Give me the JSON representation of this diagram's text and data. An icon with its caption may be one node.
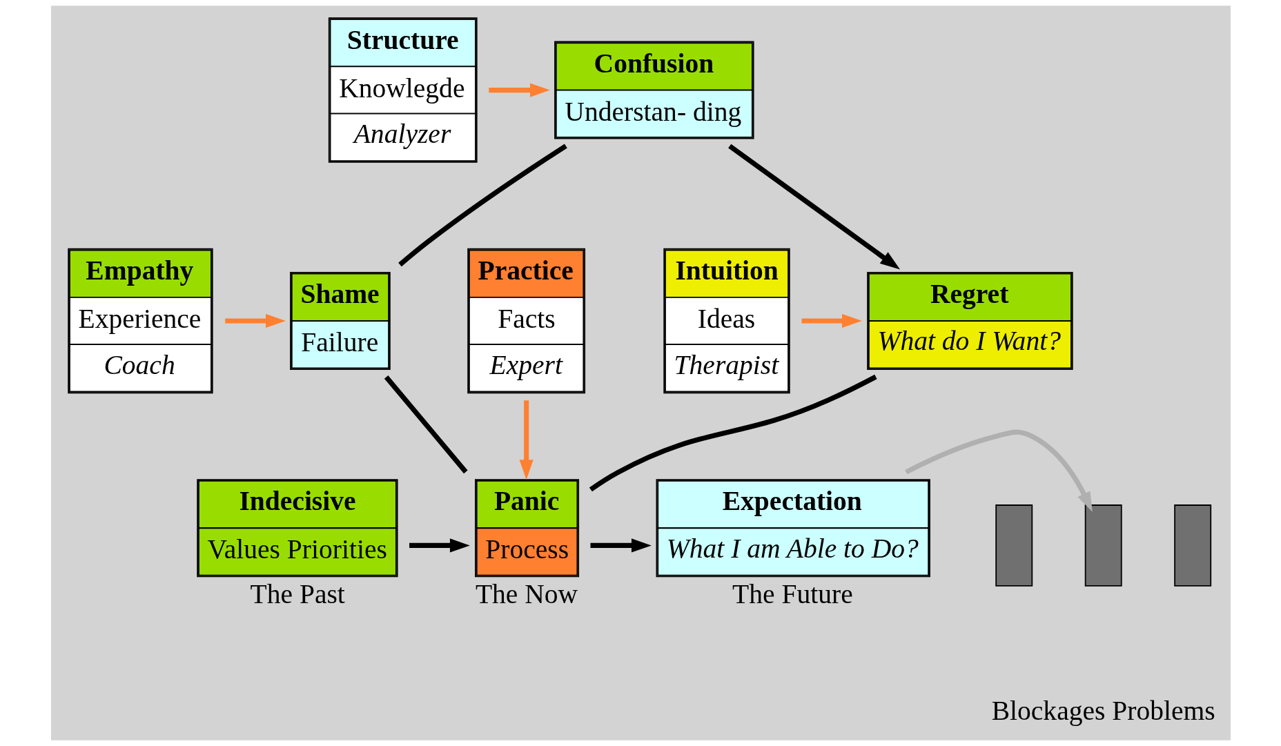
{
  "diagram": {
    "nodes": [
      {
        "text": [
          "Confusion",
          "Understan- ding"
        ]
      },
      {
        "text": [
          "Structure",
          "Knowlegde",
          "Analyzer"
        ]
      },
      {
        "text": [
          "Intuition",
          "Ideas",
          "Therapist"
        ]
      },
      {
        "text": [
          "Regret",
          "What do I Want?"
        ]
      },
      {
        "text": [
          "Shame",
          "Failure"
        ]
      },
      {
        "text": [
          "Empathy",
          "Experience",
          "Coach"
        ]
      },
      {
        "text": [
          "Indecisive",
          "Values Priorities"
        ],
        "beside": [
          "The Past"
        ]
      },
      {
        "text": [
          "Panic",
          "Process"
        ],
        "beside": [
          "The Now"
        ]
      },
      {
        "text": [
          "Expectation",
          "What I am Able to Do?"
        ],
        "beside": [
          "The Future"
        ]
      },
      {
        "text": [
          "Practice",
          "Facts",
          "Expert"
        ]
      },
      {
        "text": [],
        "shape": "bar"
      },
      {
        "text": [],
        "shape": "bar"
      },
      {
        "text": [],
        "shape": "bar"
      }
    ],
    "edges": [
      {
        "from": 1,
        "to": 0,
        "arrow": "to",
        "color": "#ff8030"
      },
      {
        "from": 2,
        "to": 3,
        "arrow": "to",
        "color": "#ff8030"
      },
      {
        "from": 5,
        "to": 4,
        "arrow": "to",
        "color": "#ff8030"
      },
      {
        "from": 9,
        "to": 7,
        "arrow": "to",
        "color": "#ff8030"
      },
      {
        "from": 0,
        "to": 3,
        "arrow": "to"
      },
      {
        "from": 3,
        "to": 7,
        "arrow": "none"
      },
      {
        "from": 7,
        "to": 4,
        "arrow": "none"
      },
      {
        "from": 4,
        "to": 0,
        "arrow": "none"
      },
      {
        "from": 6,
        "to": 7,
        "arrow": "to"
      },
      {
        "from": 7,
        "to": 8,
        "arrow": "to"
      },
      {
        "from": 8,
        "to": 11,
        "arrow": "to",
        "color": "#b0b0b0"
      }
    ],
    "labels": [
      "Blockages Problems"
    ]
  }
}
